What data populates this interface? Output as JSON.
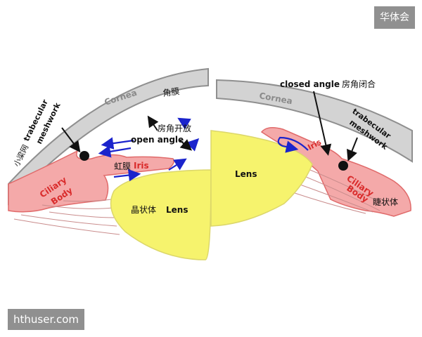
{
  "watermarks": {
    "top_right": "华体会",
    "bottom_left": "hthuser.com"
  },
  "colors": {
    "cornea": "#8f8f8f",
    "cornea_light": "#d3d3d3",
    "lens": "#f6f36d",
    "tissue": "#f4a9a9",
    "tissue_dark": "#e06a6a",
    "arrows": "#1b24cc",
    "red_text": "#d92b2b"
  },
  "open_panel": {
    "cornea_en": "Cornea",
    "cornea_zh": "角膜",
    "angle_zh": "房角开放",
    "angle_en": "open angle",
    "tm_en_1": "trabecular",
    "tm_en_2": "meshwork",
    "tm_zh": "小梁网",
    "iris_zh": "虹膜",
    "iris_en": "Iris",
    "ciliary_1": "Ciliary",
    "ciliary_2": "Body",
    "lens_zh": "晶状体",
    "lens_en": "Lens"
  },
  "closed_panel": {
    "cornea_en": "Cornea",
    "angle_en": "closed angle",
    "angle_zh": "房角闭合",
    "tm_en_1": "trabecular",
    "tm_en_2": "meshwork",
    "lens_en": "Lens",
    "iris_en": "Iris",
    "ciliary_1": "Ciliary",
    "ciliary_2": "Body",
    "ciliary_zh": "睫状体"
  }
}
